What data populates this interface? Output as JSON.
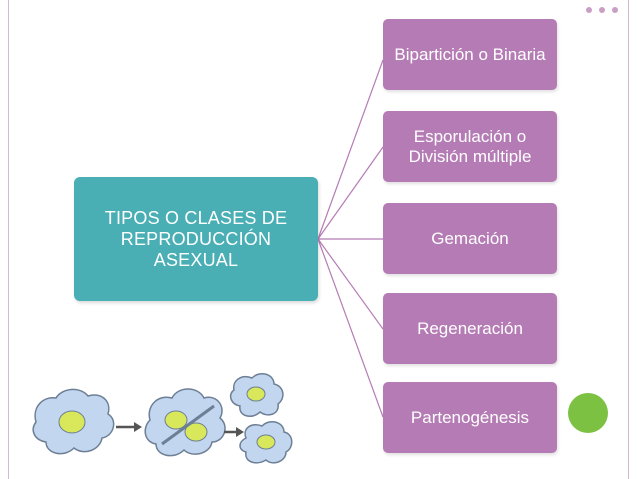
{
  "colors": {
    "main_box": "#4aaeb5",
    "child_box": "#b57bb5",
    "connector": "#b57bb5",
    "frame_line": "#d8b8d0",
    "dots": "#c9a0c4",
    "green_circle": "#7cc142",
    "cell_body": "#c2d6f0",
    "cell_nucleus": "#d9e85a",
    "cell_outline": "#6d7f95",
    "arrow": "#555555"
  },
  "diagram": {
    "root": {
      "label": "TIPOS O CLASES DE REPRODUCCIÓN ASEXUAL"
    },
    "children": [
      {
        "label": "Bipartición o Binaria"
      },
      {
        "label": "Esporulación o División múltiple"
      },
      {
        "label": "Gemación"
      },
      {
        "label": "Regeneración"
      },
      {
        "label": "Partenogénesis"
      }
    ]
  },
  "icons": {
    "illustration": "amoeba-binary-fission-illustration",
    "decoration": "green-circle-icon"
  }
}
